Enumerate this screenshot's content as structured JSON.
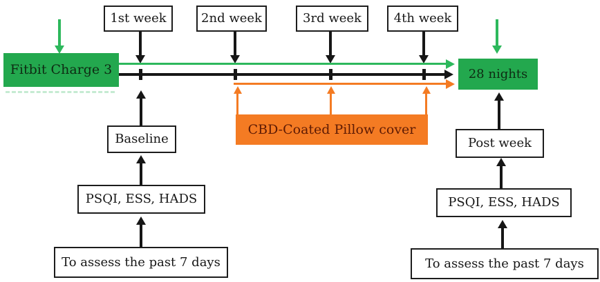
{
  "colors": {
    "green": "#23a84e",
    "green_arrow": "#2db85c",
    "orange": "#f47b23",
    "orange_text": "#5e1b04"
  },
  "timeline": {
    "device_label": "Fitbit Charge 3",
    "duration_label": "28 nights",
    "intervention_label": "CBD-Coated Pillow cover",
    "weeks": [
      {
        "label": "1st week"
      },
      {
        "label": "2nd week"
      },
      {
        "label": "3rd week"
      },
      {
        "label": "4th week"
      }
    ]
  },
  "baseline_branch": {
    "assess_label": "To assess the past 7 days",
    "questionnaires_label": "PSQI, ESS, HADS",
    "phase_label": "Baseline"
  },
  "post_branch": {
    "assess_label": "To assess the past 7 days",
    "questionnaires_label": "PSQI, ESS, HADS",
    "phase_label": "Post week"
  }
}
